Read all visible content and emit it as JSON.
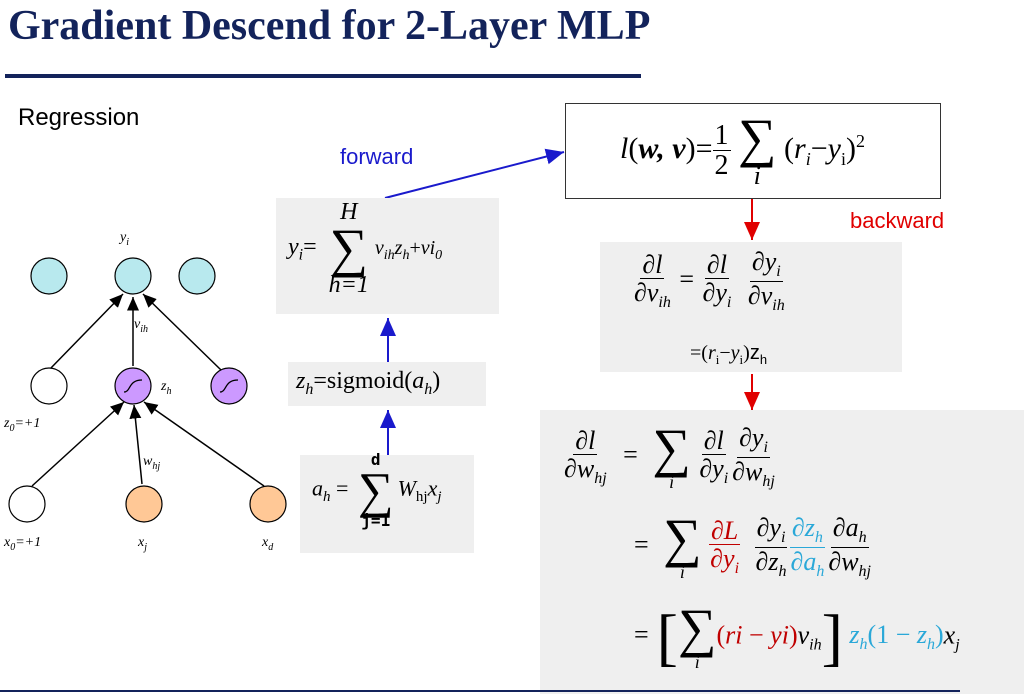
{
  "slide": {
    "title": "Gradient Descend for 2-Layer MLP",
    "subtitle": "Regression"
  },
  "arrows": {
    "forward_label": "forward",
    "backward_label": "backward"
  },
  "network": {
    "output_label": "y",
    "output_sub": "i",
    "weight_v_label": "v",
    "weight_v_sub": "ih",
    "hidden_label": "z",
    "hidden_sub": "h",
    "bias_hidden_label": "z",
    "bias_hidden_sub": "0",
    "bias_hidden_value": "=+1",
    "weight_w_label": "w",
    "weight_w_sub": "hj",
    "bias_input_label": "x",
    "bias_input_sub": "0",
    "bias_input_value": "=+1",
    "input_j_label": "x",
    "input_j_sub": "j",
    "input_d_label": "x",
    "input_d_sub": "d",
    "colors": {
      "output": "#b8e9ee",
      "hidden": "#cc99ff",
      "input": "#ffc896",
      "bias": "#ffffff"
    }
  },
  "equations": {
    "loss": {
      "lhs_l": "l",
      "lhs_open": "(",
      "lhs_w": "w,",
      "lhs_v": "v",
      "lhs_close": ")",
      "eq": "=",
      "half_num": "1",
      "half_den": "2",
      "sum": "∑",
      "sum_idx": "i",
      "term_open": "(",
      "term_r": "r",
      "term_r_sub": "i",
      "term_minus": "−",
      "term_y": "y",
      "term_y_sub": "i",
      "term_close": ")",
      "term_pow": "2"
    },
    "output": {
      "y": "y",
      "y_sub": "i",
      "eq": "=",
      "sum_top": "H",
      "sum": "∑",
      "sum_bottom": "h=1",
      "v": "v",
      "v_sub": "ih",
      "z": "z",
      "z_sub": "h",
      "plus": "+",
      "vi": "vi",
      "vi_sub": "0"
    },
    "hidden": {
      "z": "z",
      "z_sub": "h",
      "eq": "=",
      "fn": "sigmoid",
      "open": "(",
      "a": "a",
      "a_sub": "h",
      "close": ")"
    },
    "activation": {
      "a": "a",
      "a_sub": "h",
      "eq": "=",
      "sum_top": "d",
      "sum": "∑",
      "sum_bottom": "j=1",
      "W": "W",
      "W_sub": "hj",
      "x": "x",
      "x_sub": "j"
    },
    "grad_v": {
      "dl": "∂l",
      "dv": "∂v",
      "dv_sub": "ih",
      "eq": "=",
      "dl2": "∂l",
      "dy": "∂y",
      "dy_sub": "i",
      "dy2": "∂y",
      "dy2_sub": "i",
      "dv2": "∂v",
      "dv2_sub": "ih",
      "line2_eq": "=(",
      "line2_r": "r",
      "line2_r_sub": "i",
      "line2_minus": "−",
      "line2_y": "y",
      "line2_y_sub": "i",
      "line2_close": ")",
      "line2_z": "z",
      "line2_z_sub": "h"
    },
    "grad_w": {
      "dl": "∂l",
      "dw": "∂w",
      "dw_sub": "hj",
      "eq": "=",
      "sum": "∑",
      "sum_idx": "i",
      "r1_dl": "∂l",
      "r1_dy": "∂y",
      "r1_dy_sub": "i",
      "r1_dy2": "∂y",
      "r1_dy2_sub": "i",
      "r1_dw": "∂w",
      "r1_dw_sub": "hj",
      "r2_dL": "∂L",
      "r2_dy": "∂y",
      "r2_dy_sub": "i",
      "r2_dy2": "∂y",
      "r2_dy2_sub": "i",
      "r2_dz": "∂z",
      "r2_dz_sub": "h",
      "r2_dz2": "∂z",
      "r2_dz2_sub": "h",
      "r2_da": "∂a",
      "r2_da_sub": "h",
      "r2_da2": "∂a",
      "r2_da2_sub": "h",
      "r2_dw": "∂w",
      "r2_dw_sub": "hj",
      "r3_lb": "[",
      "r3_open": "(",
      "r3_ri": "ri",
      "r3_minus": " − ",
      "r3_yi": "yi",
      "r3_close": ")",
      "r3_v": "v",
      "r3_v_sub": "ih",
      "r3_rb": "]",
      "r3_z": "z",
      "r3_z_sub": "h",
      "r3_paren": "(1 − ",
      "r3_z2": "z",
      "r3_z2_sub": "h",
      "r3_paren_close": ")",
      "r3_x": "x",
      "r3_x_sub": "j"
    }
  }
}
